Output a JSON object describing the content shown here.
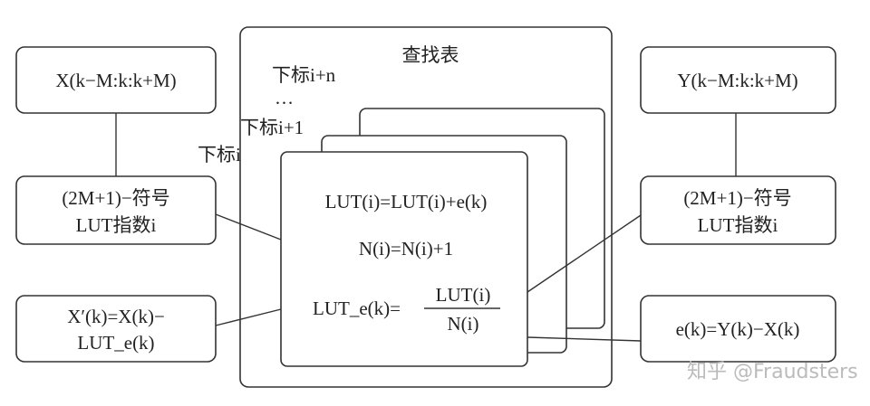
{
  "title": "查找表",
  "index_labels": {
    "i": "下标i",
    "i_plus_1": "下标i+1",
    "ellipsis": "…",
    "i_plus_n": "下标i+n"
  },
  "left": {
    "input": "X(k−M:k:k+M)",
    "symbol_line1": "(2M+1)−符号",
    "symbol_line2": "LUT指数i",
    "output_line1": "X′(k)=X(k)−",
    "output_line2": "LUT_e(k)"
  },
  "right": {
    "input": "Y(k−M:k:k+M)",
    "symbol_line1": "(2M+1)−符号",
    "symbol_line2": "LUT指数i",
    "error": "e(k)=Y(k)−X(k)"
  },
  "card": {
    "eq1": "LUT(i)=LUT(i)+e(k)",
    "eq2": "N(i)=N(i)+1",
    "eq3_lhs": "LUT_e(k)=",
    "eq3_num": "LUT(i)",
    "eq3_den": "N(i)"
  },
  "watermark": "知乎 @Fraudsters"
}
